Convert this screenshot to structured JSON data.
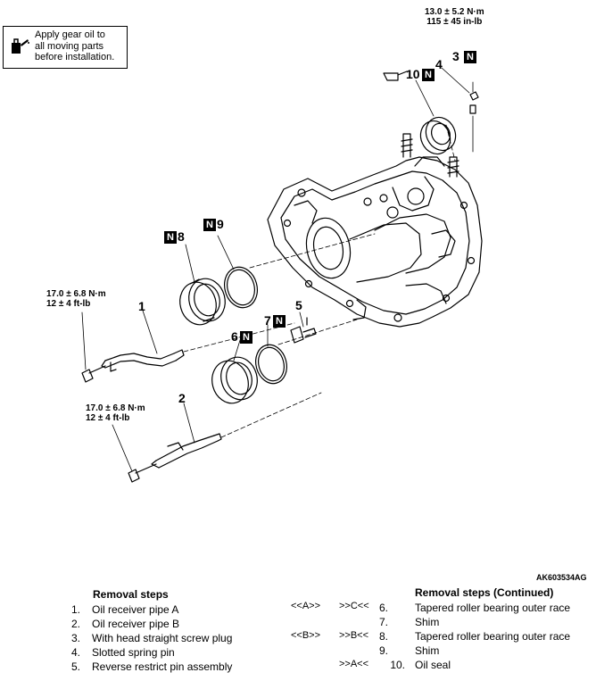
{
  "note": {
    "text_line1": "Apply gear oil to",
    "text_line2": "all moving parts",
    "text_line3": "before installation.",
    "icon": "oil-can-icon"
  },
  "torque": {
    "top_nm": "13.0 ± 5.2 N·m",
    "top_inlb": "115 ± 45 in-lb",
    "mid_nm": "17.0 ± 6.8 N·m",
    "mid_ftlb": "12 ± 4 ft-lb",
    "low_nm": "17.0 ± 6.8 N·m",
    "low_ftlb": "12 ± 4 ft-lb"
  },
  "callouts": {
    "c1": "1",
    "c2": "2",
    "c3": "3",
    "c4": "4",
    "c5": "5",
    "c6": "6",
    "c7": "7",
    "c8": "8",
    "c9": "9",
    "c10": "10",
    "n_mark": "N"
  },
  "figure_code": "AK603534AG",
  "steps": {
    "left_title": "Removal steps",
    "right_title": "Removal steps (Continued)",
    "left": [
      {
        "num": "1.",
        "text": "Oil receiver pipe A"
      },
      {
        "num": "2.",
        "text": "Oil receiver pipe B"
      },
      {
        "num": "3.",
        "text": "With head straight screw plug"
      },
      {
        "num": "4.",
        "text": "Slotted spring pin"
      },
      {
        "num": "5.",
        "text": "Reverse restrict pin assembly"
      }
    ],
    "right": [
      {
        "num": "6.",
        "text": "Tapered roller bearing outer race"
      },
      {
        "num": "7.",
        "text": "Shim"
      },
      {
        "num": "8.",
        "text": "Tapered roller bearing outer race"
      },
      {
        "num": "9.",
        "text": "Shim"
      },
      {
        "num": "10.",
        "text": "Oil seal"
      }
    ],
    "marks": {
      "m6_rem": "<<A>>",
      "m6_ins": ">>C<<",
      "m8_rem": "<<B>>",
      "m8_ins": ">>B<<",
      "m10_ins": ">>A<<"
    }
  }
}
